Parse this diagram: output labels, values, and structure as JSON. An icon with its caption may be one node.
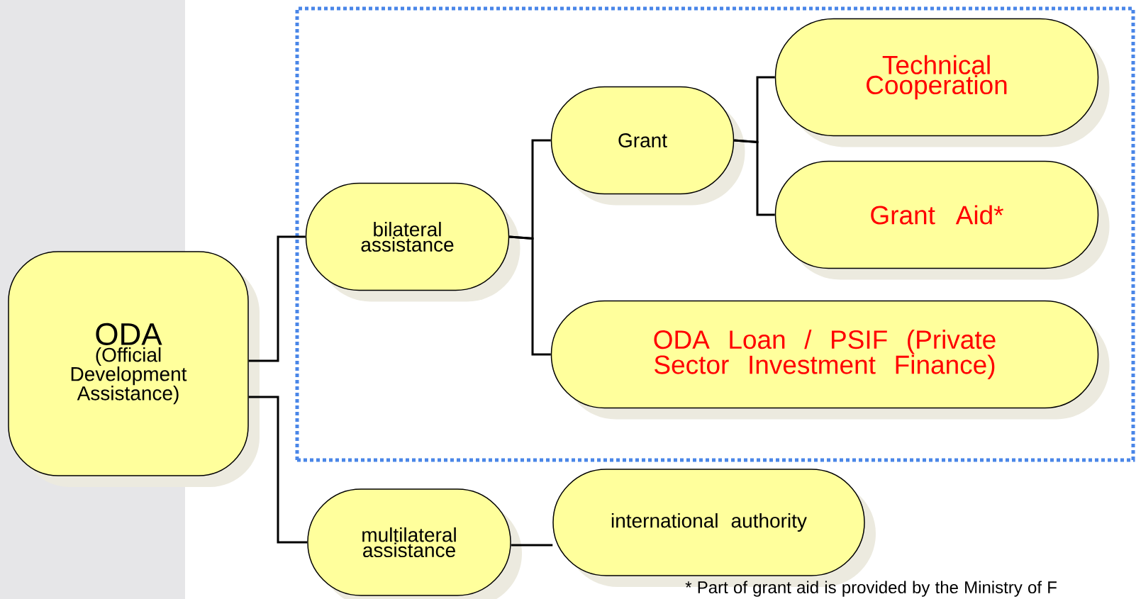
{
  "diagram": {
    "nodes": [
      {
        "text": [
          "ODA",
          "(Official Development Assistance)"
        ]
      },
      {
        "text": [],
        "shape": "box"
      },
      {
        "text": [
          "bilateral assistance"
        ],
        "in": 1
      },
      {
        "text": [
          "Grant"
        ],
        "in": 1
      },
      {
        "text": [
          "Technical Cooperation"
        ],
        "in": 1
      },
      {
        "text": [
          "Grant Aid*"
        ],
        "in": 1
      },
      {
        "text": [
          "ODA Loan / PSIF (Private Sector Investment Finance)"
        ],
        "in": 1
      },
      {
        "text": [
          "multilateral assistance"
        ]
      },
      {
        "text": [
          "international authority"
        ]
      }
    ],
    "edges": [
      {
        "from": 0,
        "to": 2,
        "arrow": "none"
      },
      {
        "from": 0,
        "to": 7,
        "arrow": "none"
      },
      {
        "from": 2,
        "to": 3,
        "arrow": "none"
      },
      {
        "from": 2,
        "to": 6,
        "arrow": "none"
      },
      {
        "from": 3,
        "to": 4,
        "arrow": "none"
      },
      {
        "from": 3,
        "to": 5,
        "arrow": "none"
      },
      {
        "from": 7,
        "to": 8,
        "arrow": "none"
      }
    ],
    "labels": [
      "* Part of grant aid is provided by the Ministry of F"
    ]
  }
}
